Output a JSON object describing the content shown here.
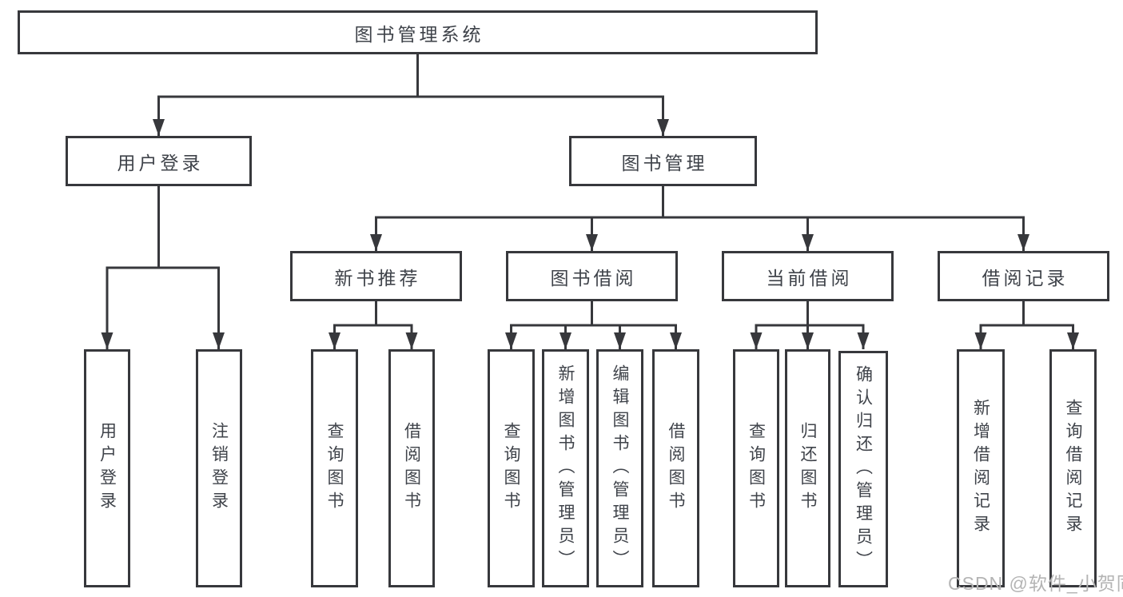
{
  "diagram": {
    "root": {
      "label": "图书管理系统"
    },
    "level2": [
      {
        "label": "用户登录"
      },
      {
        "label": "图书管理"
      }
    ],
    "level3": [
      {
        "label": "新书推荐"
      },
      {
        "label": "图书借阅"
      },
      {
        "label": "当前借阅"
      },
      {
        "label": "借阅记录"
      }
    ],
    "leaves": {
      "user_login": [
        {
          "label": "用户登录"
        },
        {
          "label": "注销登录"
        }
      ],
      "new_book_recommendation": [
        {
          "label": "查询图书"
        },
        {
          "label": "借阅图书"
        }
      ],
      "book_borrowing": [
        {
          "label": "查询图书"
        },
        {
          "label": "新增图书（管理员）"
        },
        {
          "label": "编辑图书（管理员）"
        },
        {
          "label": "借阅图书"
        }
      ],
      "current_borrowing": [
        {
          "label": "查询图书"
        },
        {
          "label": "归还图书"
        },
        {
          "label": "确认归还（管理员）"
        }
      ],
      "borrowing_records": [
        {
          "label": "新增借阅记录"
        },
        {
          "label": "查询借阅记录"
        }
      ]
    }
  },
  "watermark": {
    "text": "CSDN @软件_小贺同学"
  },
  "colors": {
    "line": "#37383c",
    "text": "#3f434a",
    "watermark": "#b4b4b4",
    "background": "#ffffff"
  }
}
